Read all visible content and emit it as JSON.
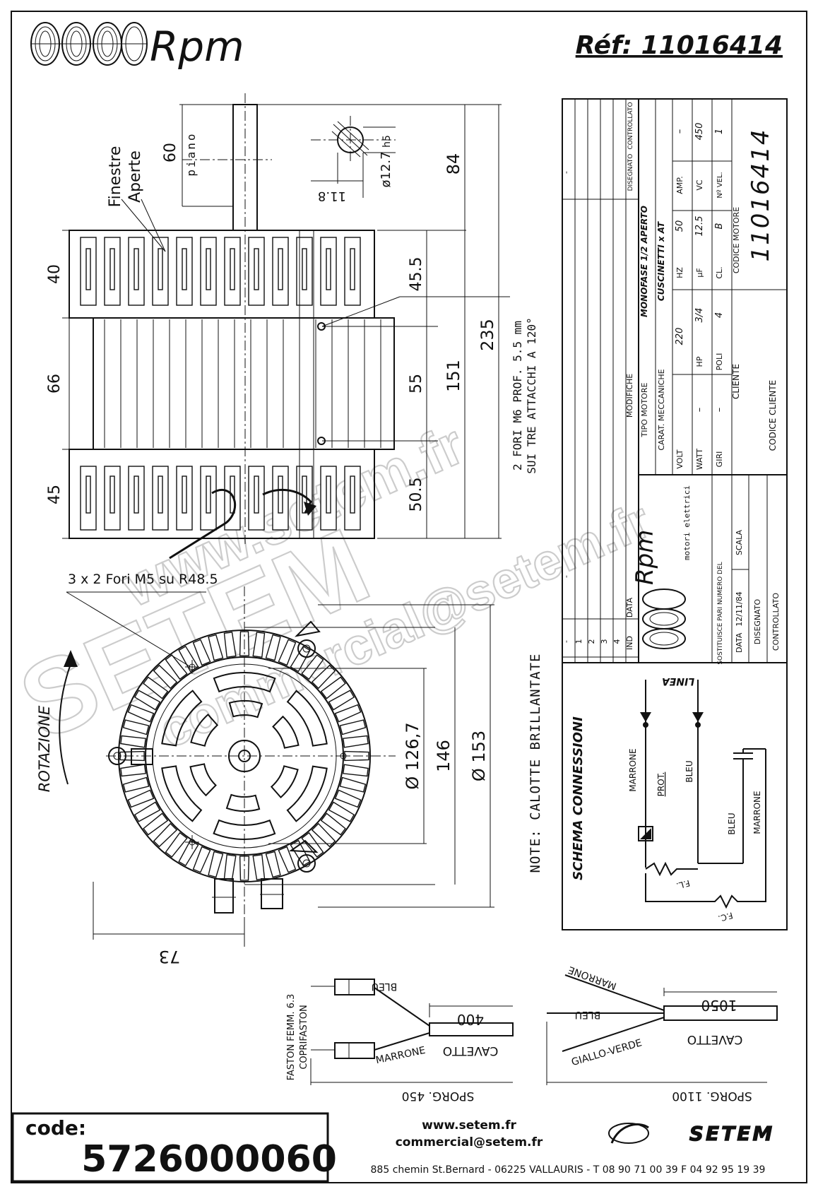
{
  "header": {
    "brand": "Rpm",
    "reference": "Réf: 11016414"
  },
  "side_view": {
    "label_windows_line1": "Finestre",
    "label_windows_line2": "Aperte",
    "dim_shaft_len": "60",
    "label_flat": "piano",
    "dim_top": "84",
    "dim_left_top": "40",
    "dim_left_mid": "66",
    "dim_left_bot": "45",
    "dim_r1": "45.5",
    "dim_r2": "55",
    "dim_r3": "50.5",
    "dim_151": "151",
    "dim_235": "235",
    "note_holes_line1": "2 FORI M6 PROF. 5.5 mm",
    "note_holes_line2": "SUI TRE ATTACCHI A 120°",
    "shaft_diam": "ø12.7",
    "shaft_tol": "h5",
    "shaft_flat": "11.8"
  },
  "front_view": {
    "label_holes": "3 x 2 Fori M5 su R48.5",
    "label_rotation": "ROTAZIONE",
    "dim_1267": "Ø 126,7",
    "dim_146": "146",
    "dim_153": "Ø 153",
    "dim_73": "73",
    "note": "NOTE: CALOTTE BRILLANTATE"
  },
  "title_block": {
    "col_headers": [
      "IND",
      "DATA",
      "MODIFICHE",
      "DISEGNATO",
      "CONTROLLATO"
    ],
    "rev_rows": [
      "4",
      "3",
      "2",
      "1"
    ],
    "rev_dash": "-",
    "tipo_label": "TIPO MOTORE",
    "tipo_value": "MONOFASE 1/2 APERTO",
    "carat_label": "CARAT. MECCANICHE",
    "carat_value": "CUSCINETTI x AT",
    "volt_label": "VOLT",
    "volt_value": "220",
    "hz_label": "HZ",
    "hz_value": "50",
    "amp_label": "AMP.",
    "amp_value": "–",
    "watt_label": "WATT",
    "watt_value": "–",
    "hp_label": "HP",
    "hp_value": "3/4",
    "uf_label": "µF",
    "uf_value": "12.5",
    "vc_label": "VC",
    "vc_value": "450",
    "giri_label": "GIRI",
    "giri_value": "–",
    "poli_label": "POLI",
    "poli_value": "4",
    "cl_label": "CL.",
    "cl_value": "B",
    "nvel_label": "Nº VEL.",
    "nvel_value": "1",
    "cliente_label": "CLIENTE",
    "codice_cliente_label": "CODICE CLIENTE",
    "codice_motore_label": "CODICE MOTORE",
    "codice_motore_value": "11016414",
    "logo_brand": "Rpm",
    "logo_sub": "motori elettrici",
    "sostituisce": "SOSTITUISCE PARI NUMERO DEL",
    "scala_label": "SCALA",
    "data_label": "DATA",
    "data_value": "12/11/84",
    "disegnato_label": "DISEGNATO",
    "controllato_label": "CONTROLLATO"
  },
  "schema": {
    "title": "SCHEMA CONNESSIONI",
    "linea": "LINEA",
    "marrone": "MARRONE",
    "prot": "PROT.",
    "bleu": "BLEU",
    "bleu2": "BLEU",
    "marrone2": "MARRONE",
    "fl": "F.L.",
    "fc": "F.C."
  },
  "cable_left": {
    "faston_line1": "FASTON FEMM. 6.3",
    "faston_line2": "COPRIFASTON",
    "bleu": "BLEU",
    "marrone": "MARRONE",
    "len": "400",
    "cavetto": "CAVETTO",
    "sporg": "SPORG. 450"
  },
  "cable_right": {
    "marrone": "MARRONE",
    "bleu": "BLEU",
    "giallo_verde": "GIALLO-VERDE",
    "len": "1050",
    "cavetto": "CAVETTO",
    "sporg": "SPORG. 1100"
  },
  "footer": {
    "code_label": "code:",
    "code_value": "5726000060",
    "website": "www.setem.fr",
    "email": "commercial@setem.fr",
    "address": "885 chemin St.Bernard  -  06225 VALLAURIS  -  T 08 90 71 00 39   F 04 92 95 19 39",
    "logo": "SETEM"
  },
  "watermarks": {
    "wm1": "www.setem.fr",
    "wm2": "SETEM",
    "wm3": "commercial@setem.fr"
  }
}
